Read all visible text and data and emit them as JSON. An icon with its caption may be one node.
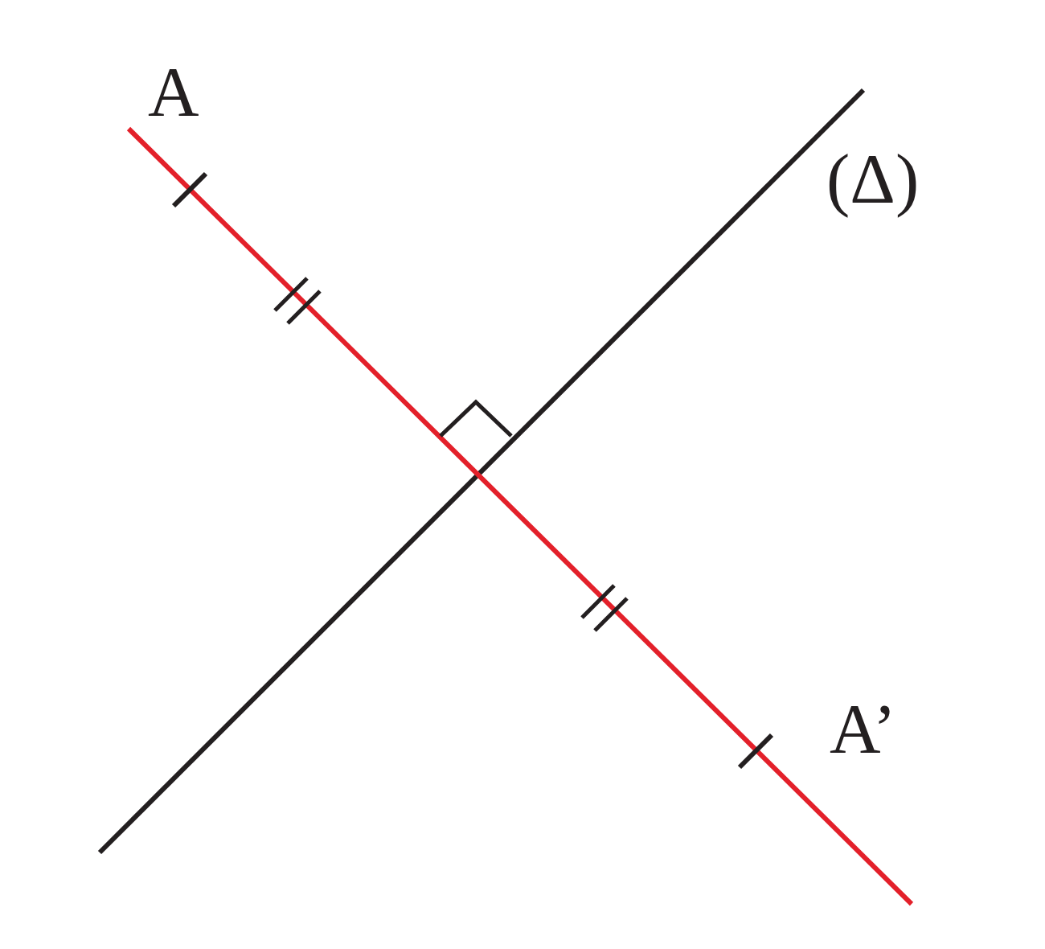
{
  "diagram": {
    "labels": [
      "A",
      "(Δ)",
      "A’"
    ]
  }
}
